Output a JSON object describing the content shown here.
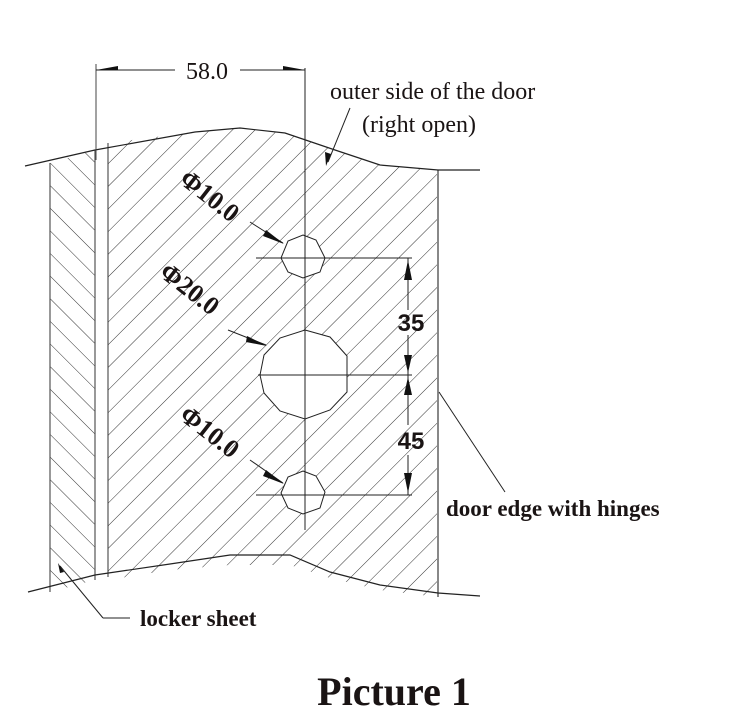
{
  "diagram": {
    "title": "Picture 1",
    "dimensions": {
      "width_label": "58.0",
      "spacing_upper": "35",
      "spacing_lower": "45"
    },
    "holes": [
      {
        "label": "Φ10.0",
        "diameter": 10.0
      },
      {
        "label": "Φ20.0",
        "diameter": 20.0
      },
      {
        "label": "Φ10.0",
        "diameter": 10.0
      }
    ],
    "callouts": {
      "outer_side_line1": "outer side of the door",
      "outer_side_line2": "(right open)",
      "door_edge": "door edge with hinges",
      "locker_sheet": "locker sheet"
    },
    "colors": {
      "ink": "#1a1414",
      "hatch": "#333333",
      "background": "#ffffff"
    }
  }
}
